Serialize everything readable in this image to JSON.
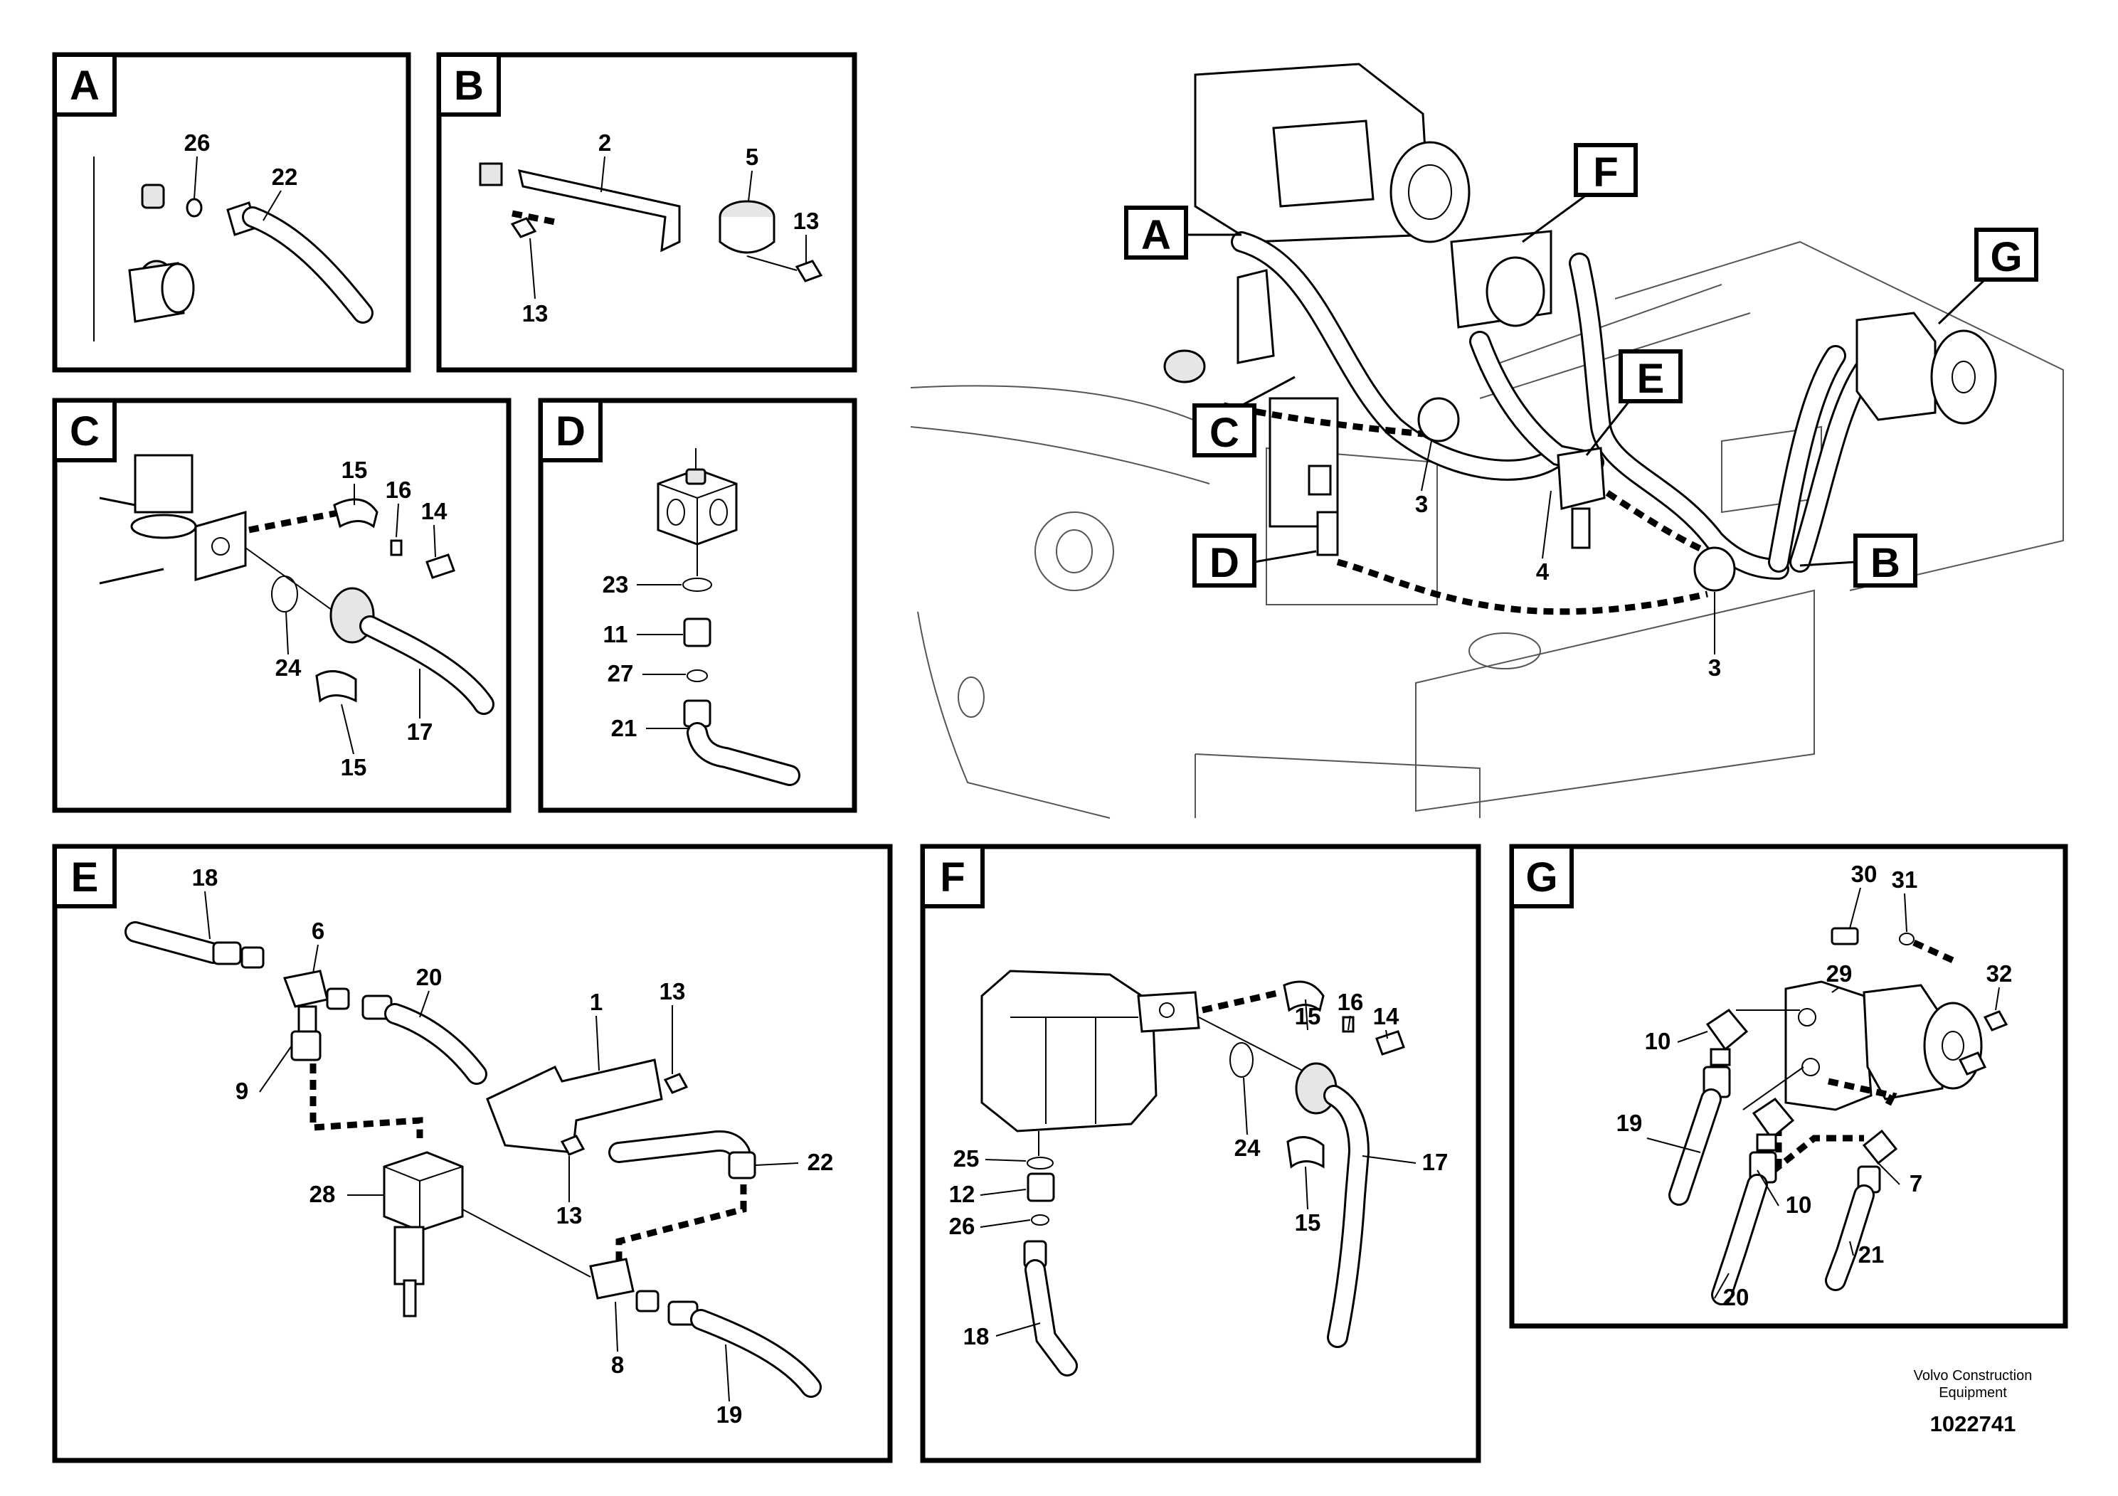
{
  "panels": {
    "A": {
      "tag": "A",
      "labels": [
        "26",
        "22"
      ]
    },
    "B": {
      "tag": "B",
      "labels": [
        "2",
        "5",
        "13",
        "13"
      ]
    },
    "C": {
      "tag": "C",
      "labels": [
        "15",
        "16",
        "14",
        "24",
        "17",
        "15"
      ]
    },
    "D": {
      "tag": "D",
      "labels": [
        "23",
        "11",
        "27",
        "21"
      ]
    },
    "E": {
      "tag": "E",
      "labels": [
        "18",
        "6",
        "20",
        "1",
        "13",
        "9",
        "22",
        "28",
        "13",
        "8",
        "19"
      ]
    },
    "F": {
      "tag": "F",
      "labels": [
        "15",
        "16",
        "14",
        "25",
        "24",
        "17",
        "12",
        "26",
        "15",
        "18"
      ]
    },
    "G": {
      "tag": "G",
      "labels": [
        "30",
        "31",
        "29",
        "32",
        "10",
        "19",
        "10",
        "7",
        "21",
        "20"
      ]
    }
  },
  "overview": {
    "callouts": [
      "A",
      "F",
      "G",
      "C",
      "E",
      "D",
      "B"
    ],
    "labels": [
      "3",
      "4",
      "3"
    ]
  },
  "footer": {
    "credit_line1": "Volvo Construction",
    "credit_line2": "Equipment",
    "doc_number": "1022741"
  }
}
